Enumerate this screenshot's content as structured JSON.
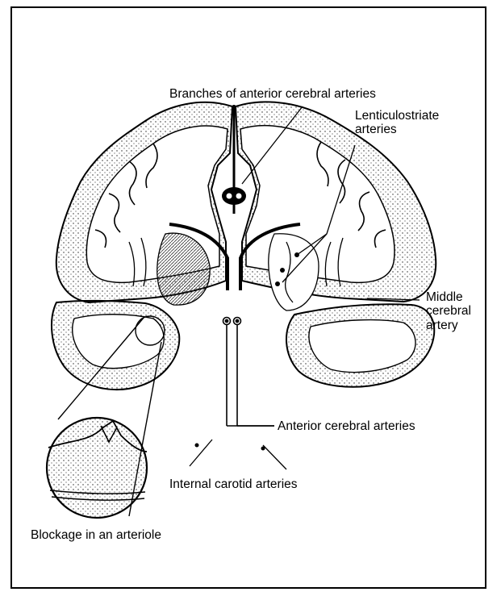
{
  "figure": {
    "labels": {
      "anterior_branches": "Branches of anterior cerebral arteries",
      "lenticulostriate_1": "Lenticulostriate",
      "lenticulostriate_2": "arteries",
      "middle_1": "Middle",
      "middle_2": "cerebral",
      "middle_3": "artery",
      "anterior_cerebral": "Anterior cerebral arteries",
      "internal_carotid": "Internal carotid arteries",
      "blockage": "Blockage in an arteriole"
    }
  }
}
